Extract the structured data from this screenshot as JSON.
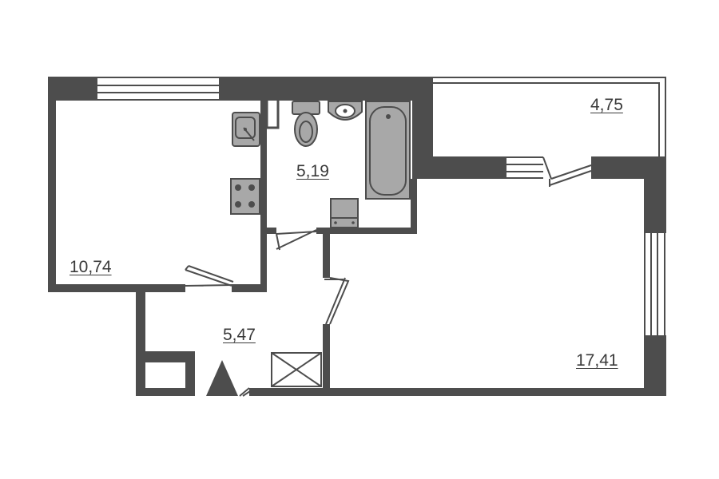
{
  "floor_plan": {
    "colors": {
      "wall": "#4d4d4d",
      "fixture_fill": "#a8a8a8",
      "fixture_stroke": "#4d4d4d",
      "line": "#4d4d4d",
      "background": "#ffffff",
      "label": "#3a3a3a"
    },
    "rooms": [
      {
        "id": "kitchen",
        "area": "10,74"
      },
      {
        "id": "bathroom",
        "area": "5,19"
      },
      {
        "id": "hallway",
        "area": "5,47"
      },
      {
        "id": "living-room",
        "area": "17,41"
      },
      {
        "id": "balcony",
        "area": "4,75"
      }
    ],
    "fixtures": [
      "kitchen-sink-icon",
      "stove-icon",
      "toilet-icon",
      "washbasin-icon",
      "bathtub-icon",
      "washing-machine-icon",
      "ventilation-shaft-icon",
      "entrance-marker-icon"
    ]
  }
}
